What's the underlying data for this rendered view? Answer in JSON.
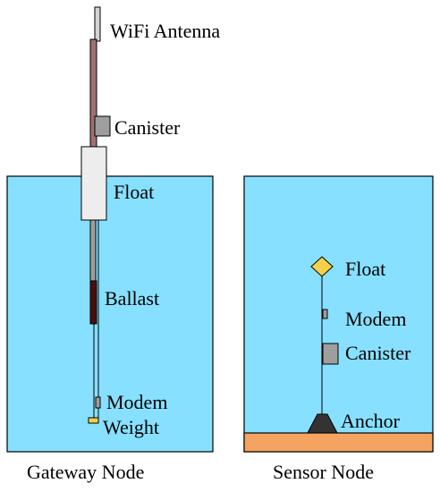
{
  "colors": {
    "water": "#87E0FF",
    "sand": "#F4A460",
    "outline": "#000000",
    "antenna": "#D3D3D3",
    "mast": "#A07070",
    "canister": "#9E9E9E",
    "float_gateway": "#EDEDED",
    "ballast": "#4A0F0F",
    "modem": "#9E9E9E",
    "weight": "#F5D14A",
    "float_sensor": "#F5D14A",
    "anchor": "#333333"
  },
  "gateway": {
    "caption": "Gateway Node",
    "labels": {
      "antenna": "WiFi Antenna",
      "canister": "Canister",
      "float": "Float",
      "ballast": "Ballast",
      "modem": "Modem",
      "weight": "Weight"
    }
  },
  "sensor": {
    "caption": "Sensor Node",
    "labels": {
      "float": "Float",
      "modem": "Modem",
      "canister": "Canister",
      "anchor": "Anchor"
    }
  }
}
